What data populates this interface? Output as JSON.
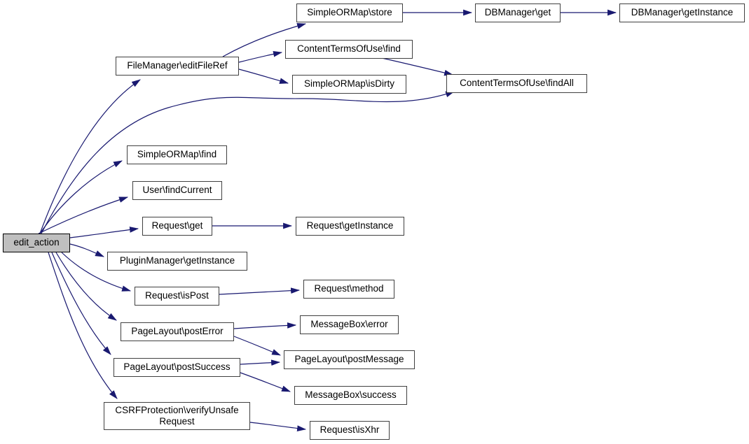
{
  "diagram": {
    "type": "call-graph",
    "colors": {
      "background": "#ffffff",
      "edge": "#191970",
      "node_border": "#404040",
      "node_fill": "#ffffff",
      "highlight_fill": "#bfbfbf",
      "text": "#000000"
    },
    "nodes": [
      {
        "id": "edit_action",
        "label": "edit_action",
        "highlight": true
      },
      {
        "id": "editFileRef",
        "label": "FileManager\\editFileRef"
      },
      {
        "id": "store",
        "label": "SimpleORMap\\store"
      },
      {
        "id": "dbGet",
        "label": "DBManager\\get"
      },
      {
        "id": "dbGetInstance",
        "label": "DBManager\\getInstance"
      },
      {
        "id": "ctuFind",
        "label": "ContentTermsOfUse\\find"
      },
      {
        "id": "isDirty",
        "label": "SimpleORMap\\isDirty"
      },
      {
        "id": "ctuFindAll",
        "label": "ContentTermsOfUse\\findAll"
      },
      {
        "id": "somFind",
        "label": "SimpleORMap\\find"
      },
      {
        "id": "findCurrent",
        "label": "User\\findCurrent"
      },
      {
        "id": "reqGet",
        "label": "Request\\get"
      },
      {
        "id": "reqGetInstance",
        "label": "Request\\getInstance"
      },
      {
        "id": "pluginGetInstance",
        "label": "PluginManager\\getInstance"
      },
      {
        "id": "isPost",
        "label": "Request\\isPost"
      },
      {
        "id": "method",
        "label": "Request\\method"
      },
      {
        "id": "postError",
        "label": "PageLayout\\postError"
      },
      {
        "id": "mbError",
        "label": "MessageBox\\error"
      },
      {
        "id": "postSuccess",
        "label": "PageLayout\\postSuccess"
      },
      {
        "id": "postMessage",
        "label": "PageLayout\\postMessage"
      },
      {
        "id": "mbSuccess",
        "label": "MessageBox\\success"
      },
      {
        "id": "csrf",
        "label": "CSRFProtection\\verifyUnsafe\nRequest"
      },
      {
        "id": "isXhr",
        "label": "Request\\isXhr"
      }
    ],
    "edges": [
      {
        "from": "edit_action",
        "to": "editFileRef"
      },
      {
        "from": "edit_action",
        "to": "ctuFindAll"
      },
      {
        "from": "edit_action",
        "to": "somFind"
      },
      {
        "from": "edit_action",
        "to": "findCurrent"
      },
      {
        "from": "edit_action",
        "to": "reqGet"
      },
      {
        "from": "edit_action",
        "to": "pluginGetInstance"
      },
      {
        "from": "edit_action",
        "to": "isPost"
      },
      {
        "from": "edit_action",
        "to": "postError"
      },
      {
        "from": "edit_action",
        "to": "postSuccess"
      },
      {
        "from": "edit_action",
        "to": "csrf"
      },
      {
        "from": "editFileRef",
        "to": "store"
      },
      {
        "from": "editFileRef",
        "to": "ctuFind"
      },
      {
        "from": "editFileRef",
        "to": "isDirty"
      },
      {
        "from": "store",
        "to": "dbGet"
      },
      {
        "from": "dbGet",
        "to": "dbGetInstance"
      },
      {
        "from": "ctuFind",
        "to": "ctuFindAll"
      },
      {
        "from": "reqGet",
        "to": "reqGetInstance"
      },
      {
        "from": "isPost",
        "to": "method"
      },
      {
        "from": "postError",
        "to": "mbError"
      },
      {
        "from": "postError",
        "to": "postMessage"
      },
      {
        "from": "postSuccess",
        "to": "postMessage"
      },
      {
        "from": "postSuccess",
        "to": "mbSuccess"
      },
      {
        "from": "csrf",
        "to": "isXhr"
      }
    ]
  }
}
